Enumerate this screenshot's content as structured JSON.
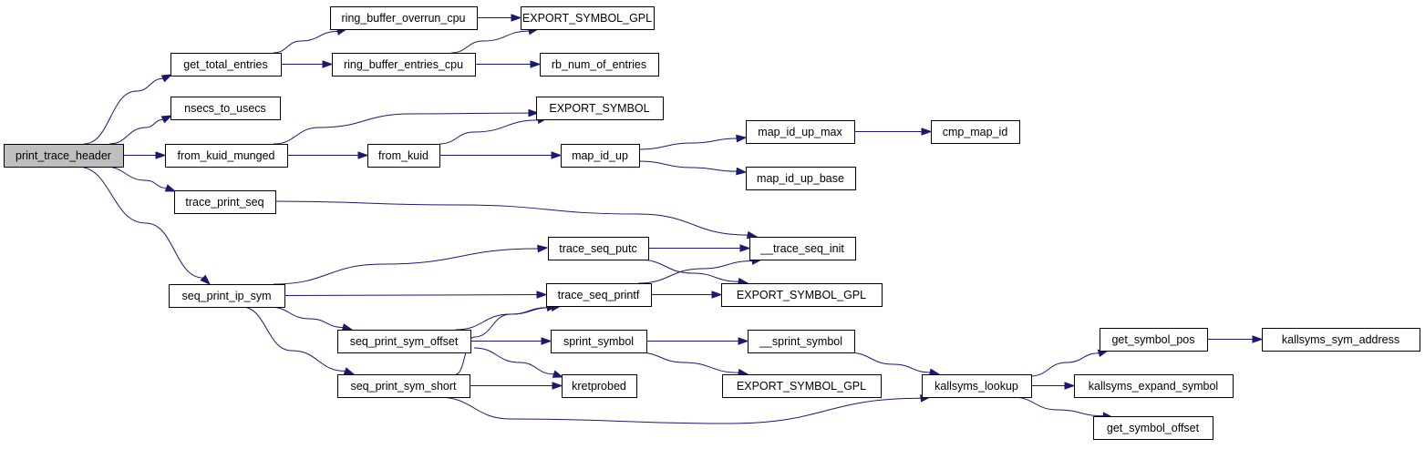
{
  "diagram": {
    "kind": "call-graph",
    "node_fill": "#ffffff",
    "root_fill": "#bfbfbf",
    "edge_color": "#191970",
    "nodes": [
      {
        "id": "print_trace_header",
        "label": "print_trace_header",
        "root": true
      },
      {
        "id": "get_total_entries",
        "label": "get_total_entries"
      },
      {
        "id": "nsecs_to_usecs",
        "label": "nsecs_to_usecs"
      },
      {
        "id": "from_kuid_munged",
        "label": "from_kuid_munged"
      },
      {
        "id": "trace_print_seq",
        "label": "trace_print_seq"
      },
      {
        "id": "seq_print_ip_sym",
        "label": "seq_print_ip_sym"
      },
      {
        "id": "ring_buffer_overrun_cpu",
        "label": "ring_buffer_overrun_cpu"
      },
      {
        "id": "ring_buffer_entries_cpu",
        "label": "ring_buffer_entries_cpu"
      },
      {
        "id": "export_symbol_gpl_1",
        "label": "EXPORT_SYMBOL_GPL"
      },
      {
        "id": "rb_num_of_entries",
        "label": "rb_num_of_entries"
      },
      {
        "id": "export_symbol",
        "label": "EXPORT_SYMBOL"
      },
      {
        "id": "from_kuid",
        "label": "from_kuid"
      },
      {
        "id": "map_id_up",
        "label": "map_id_up"
      },
      {
        "id": "map_id_up_max",
        "label": "map_id_up_max"
      },
      {
        "id": "map_id_up_base",
        "label": "map_id_up_base"
      },
      {
        "id": "cmp_map_id",
        "label": "cmp_map_id"
      },
      {
        "id": "trace_seq_putc",
        "label": "trace_seq_putc"
      },
      {
        "id": "trace_seq_init",
        "label": "__trace_seq_init"
      },
      {
        "id": "trace_seq_printf",
        "label": "trace_seq_printf"
      },
      {
        "id": "export_symbol_gpl_2",
        "label": "EXPORT_SYMBOL_GPL"
      },
      {
        "id": "seq_print_sym_offset",
        "label": "seq_print_sym_offset"
      },
      {
        "id": "seq_print_sym_short",
        "label": "seq_print_sym_short"
      },
      {
        "id": "sprint_symbol",
        "label": "sprint_symbol"
      },
      {
        "id": "kretprobed",
        "label": "kretprobed"
      },
      {
        "id": "sprint_symbol_internal",
        "label": "__sprint_symbol"
      },
      {
        "id": "export_symbol_gpl_3",
        "label": "EXPORT_SYMBOL_GPL"
      },
      {
        "id": "kallsyms_lookup",
        "label": "kallsyms_lookup"
      },
      {
        "id": "get_symbol_pos",
        "label": "get_symbol_pos"
      },
      {
        "id": "kallsyms_sym_address",
        "label": "kallsyms_sym_address"
      },
      {
        "id": "kallsyms_expand_symbol",
        "label": "kallsyms_expand_symbol"
      },
      {
        "id": "get_symbol_offset",
        "label": "get_symbol_offset"
      }
    ],
    "edges": [
      {
        "from": "print_trace_header",
        "to": "get_total_entries"
      },
      {
        "from": "print_trace_header",
        "to": "nsecs_to_usecs"
      },
      {
        "from": "print_trace_header",
        "to": "from_kuid_munged"
      },
      {
        "from": "print_trace_header",
        "to": "trace_print_seq"
      },
      {
        "from": "print_trace_header",
        "to": "seq_print_ip_sym"
      },
      {
        "from": "get_total_entries",
        "to": "ring_buffer_overrun_cpu"
      },
      {
        "from": "get_total_entries",
        "to": "ring_buffer_entries_cpu"
      },
      {
        "from": "ring_buffer_overrun_cpu",
        "to": "export_symbol_gpl_1"
      },
      {
        "from": "ring_buffer_entries_cpu",
        "to": "export_symbol_gpl_1"
      },
      {
        "from": "ring_buffer_entries_cpu",
        "to": "rb_num_of_entries"
      },
      {
        "from": "from_kuid_munged",
        "to": "export_symbol"
      },
      {
        "from": "from_kuid_munged",
        "to": "from_kuid"
      },
      {
        "from": "from_kuid",
        "to": "export_symbol"
      },
      {
        "from": "from_kuid",
        "to": "map_id_up"
      },
      {
        "from": "map_id_up",
        "to": "map_id_up_max"
      },
      {
        "from": "map_id_up",
        "to": "map_id_up_base"
      },
      {
        "from": "map_id_up_max",
        "to": "cmp_map_id"
      },
      {
        "from": "trace_print_seq",
        "to": "trace_seq_init"
      },
      {
        "from": "seq_print_ip_sym",
        "to": "trace_seq_putc"
      },
      {
        "from": "seq_print_ip_sym",
        "to": "trace_seq_printf"
      },
      {
        "from": "seq_print_ip_sym",
        "to": "seq_print_sym_offset"
      },
      {
        "from": "seq_print_ip_sym",
        "to": "seq_print_sym_short"
      },
      {
        "from": "trace_seq_putc",
        "to": "trace_seq_init"
      },
      {
        "from": "trace_seq_putc",
        "to": "export_symbol_gpl_2"
      },
      {
        "from": "trace_seq_printf",
        "to": "trace_seq_init"
      },
      {
        "from": "trace_seq_printf",
        "to": "export_symbol_gpl_2"
      },
      {
        "from": "seq_print_sym_offset",
        "to": "trace_seq_printf"
      },
      {
        "from": "seq_print_sym_offset",
        "to": "sprint_symbol"
      },
      {
        "from": "seq_print_sym_offset",
        "to": "kretprobed"
      },
      {
        "from": "seq_print_sym_short",
        "to": "trace_seq_printf"
      },
      {
        "from": "seq_print_sym_short",
        "to": "kretprobed"
      },
      {
        "from": "seq_print_sym_short",
        "to": "kallsyms_lookup"
      },
      {
        "from": "sprint_symbol",
        "to": "sprint_symbol_internal"
      },
      {
        "from": "sprint_symbol",
        "to": "export_symbol_gpl_3"
      },
      {
        "from": "sprint_symbol_internal",
        "to": "kallsyms_lookup"
      },
      {
        "from": "kallsyms_lookup",
        "to": "get_symbol_pos"
      },
      {
        "from": "kallsyms_lookup",
        "to": "kallsyms_expand_symbol"
      },
      {
        "from": "kallsyms_lookup",
        "to": "get_symbol_offset"
      },
      {
        "from": "get_symbol_pos",
        "to": "kallsyms_sym_address"
      }
    ]
  }
}
